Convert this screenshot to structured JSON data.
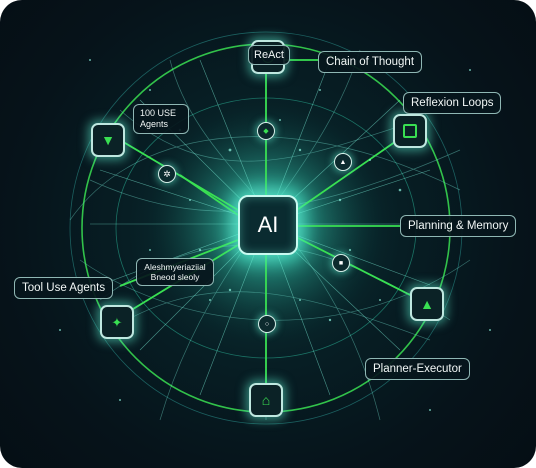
{
  "center": {
    "label": "AI"
  },
  "labels": {
    "react": "ReAct",
    "chain_of_thought": "Chain of Thought",
    "reflexion_loops": "Reflexion Loops",
    "agents_100": "100 USE Agents",
    "planning_memory": "Planning & Memory",
    "tool_use_agents": "Tool Use Agents",
    "small_caption": "Aleshmyeriaziial Bneod sleoly",
    "planner_executor": "Planner-Executor"
  },
  "colors": {
    "background": "#06131a",
    "accent_green": "#39e052",
    "glow_cyan": "#5ef0d4",
    "label_border": "#8fb7b4"
  },
  "icons": {
    "react_node": "atom-icon",
    "agents_node": "shield-icon",
    "reflexion_node": "target-icon",
    "tool_use_node": "wrench-icon",
    "planner_node": "house-icon",
    "planning_node": "tree-icon",
    "inner_gear": "gear-icon",
    "inner_shield": "shield-icon"
  }
}
